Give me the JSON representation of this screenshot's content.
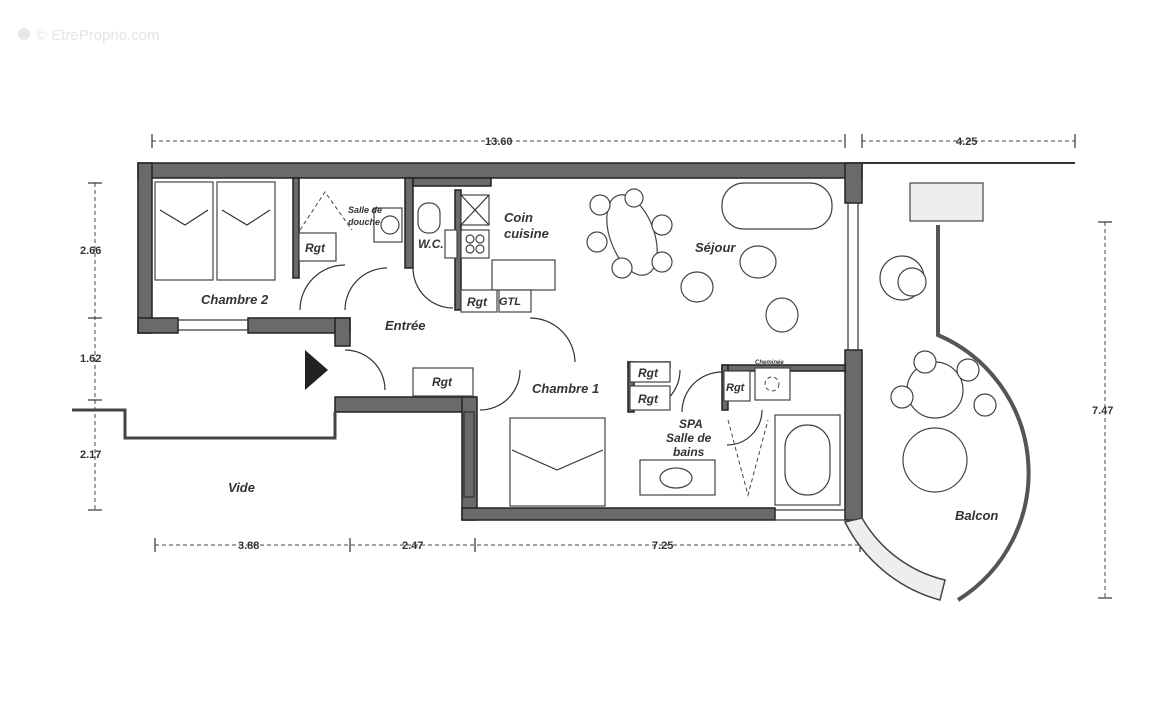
{
  "watermark": "© EtreProprio.com",
  "dimensions": {
    "total_width": "13.60",
    "balcony_width": "4.25",
    "left_top": "2.66",
    "left_mid": "1.62",
    "left_bottom": "2.17",
    "right_height": "7.47",
    "bottom_1": "3.88",
    "bottom_2": "2.47",
    "bottom_3": "7.25"
  },
  "rooms": {
    "chambre2": "Chambre 2",
    "salle_douche_1": "Salle de",
    "salle_douche_2": "douche",
    "wc": "W.C.",
    "cuisine_1": "Coin",
    "cuisine_2": "cuisine",
    "sejour": "Séjour",
    "entree": "Entrée",
    "chambre1": "Chambre 1",
    "spa_1": "SPA",
    "spa_2": "Salle de",
    "spa_3": "bains",
    "cheminee": "Cheminée",
    "vide": "Vide",
    "balcon": "Balcon",
    "gtl": "GTL",
    "rgt": "Rgt"
  }
}
